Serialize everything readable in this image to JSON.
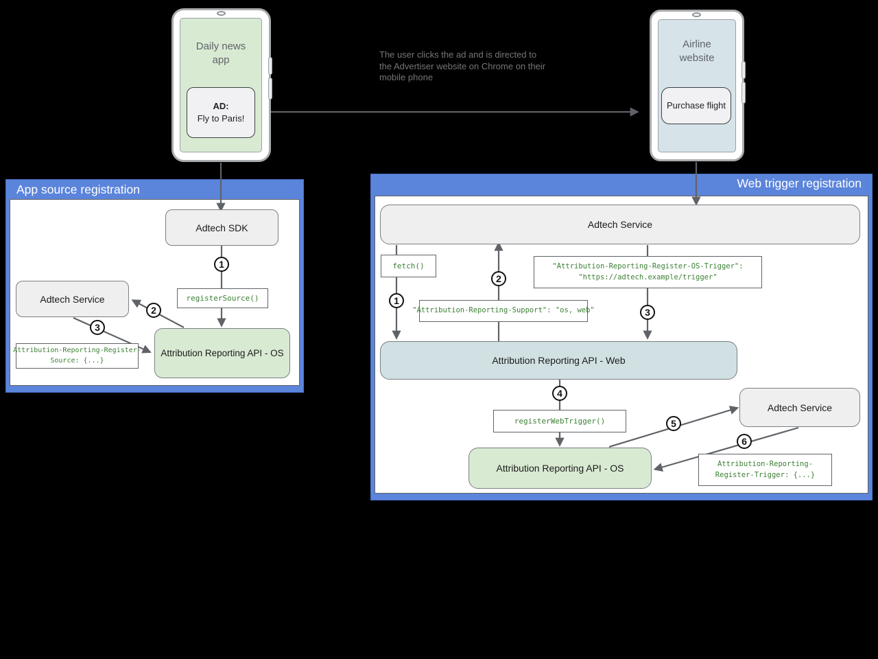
{
  "colors": {
    "background": "#000000",
    "panel_blue": "#5b84db",
    "node_gray": "#efefef",
    "node_green": "#d9ead3",
    "node_light_blue": "#d0e0e3",
    "code_green": "#3c8034",
    "arrow_gray": "#5f6368"
  },
  "left_phone": {
    "app_title": "Daily news app",
    "ad_heading": "AD:",
    "ad_text": "Fly to Paris!"
  },
  "caption": "The user clicks the ad and is directed to the Advertiser website on Chrome on their mobile phone",
  "right_phone": {
    "site_title": "Airline website",
    "button_label": "Purchase flight"
  },
  "app_panel": {
    "title": "App source registration",
    "adtech_sdk": "Adtech SDK",
    "adtech_service": "Adtech Service",
    "os_api": "Attribution Reporting API - OS",
    "register_source_code": "registerSource()",
    "register_source_header": [
      "Attribution-Reporting-Register-",
      "Source: {...}"
    ],
    "steps": {
      "s1": "1",
      "s2": "2",
      "s3": "3"
    }
  },
  "web_panel": {
    "title": "Web trigger registration",
    "adtech_service_top": "Adtech Service",
    "fetch_code": "fetch()",
    "os_trigger_header": [
      "\"Attribution-Reporting-Register-OS-Trigger\":",
      "\"https://adtech.example/trigger\""
    ],
    "support_header": "\"Attribution-Reporting-Support\": \"os, web\"",
    "web_api": "Attribution Reporting API - Web",
    "register_web_trigger_code": "registerWebTrigger()",
    "os_api": "Attribution Reporting API - OS",
    "adtech_service_right": "Adtech Service",
    "register_trigger_header": [
      "Attribution-Reporting-",
      "Register-Trigger: {...}"
    ],
    "steps": {
      "s1": "1",
      "s2": "2",
      "s3": "3",
      "s4": "4",
      "s5": "5",
      "s6": "6"
    }
  }
}
